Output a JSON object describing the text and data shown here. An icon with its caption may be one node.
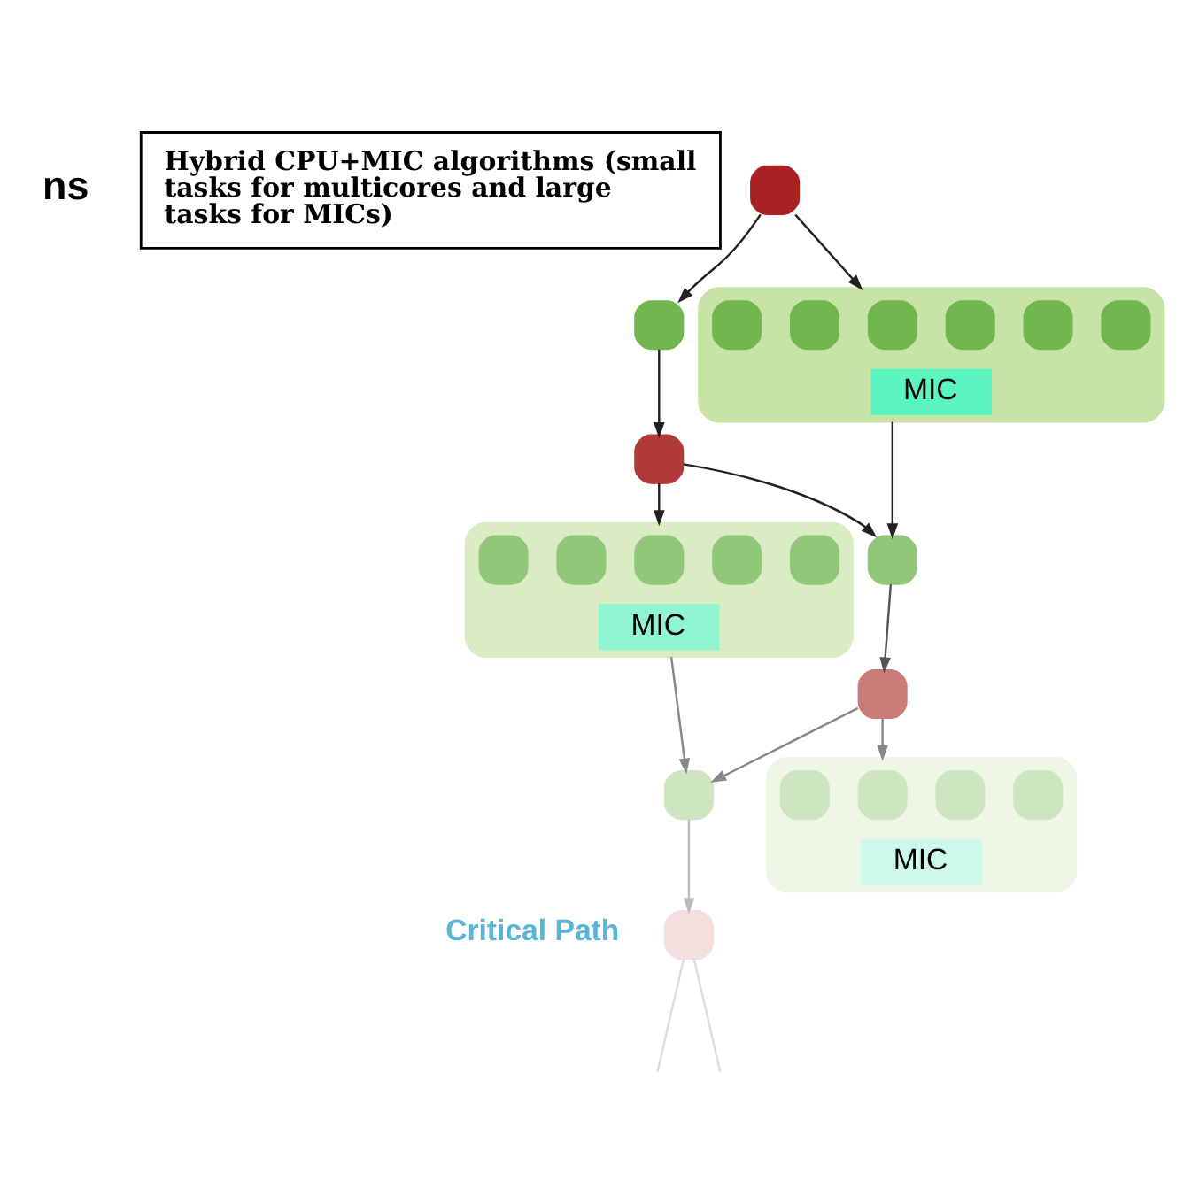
{
  "diagram": {
    "nodes": [
      {
        "text": [
          "Hybrid CPU+MIC algorithms (small tasks for multicores and large tasks for MICs)"
        ]
      },
      {
        "text": [],
        "shape": "box"
      },
      {
        "text": [],
        "shape": "box"
      },
      {
        "text": [
          "MIC"
        ]
      },
      {
        "text": [],
        "shape": "box",
        "in": 3
      },
      {
        "text": [],
        "shape": "box",
        "in": 3
      },
      {
        "text": [],
        "shape": "box",
        "in": 3
      },
      {
        "text": [],
        "shape": "box",
        "in": 3
      },
      {
        "text": [],
        "shape": "box",
        "in": 3
      },
      {
        "text": [],
        "shape": "box",
        "in": 3
      },
      {
        "text": [],
        "shape": "box"
      },
      {
        "text": [],
        "shape": "box"
      },
      {
        "text": [
          "MIC"
        ]
      },
      {
        "text": [],
        "shape": "box",
        "in": 12
      },
      {
        "text": [],
        "shape": "box",
        "in": 12
      },
      {
        "text": [],
        "shape": "box",
        "in": 12
      },
      {
        "text": [],
        "shape": "box",
        "in": 12
      },
      {
        "text": [],
        "shape": "box",
        "in": 12
      },
      {
        "text": [],
        "shape": "box"
      },
      {
        "text": [],
        "shape": "box"
      },
      {
        "text": [
          "MIC"
        ]
      },
      {
        "text": [],
        "shape": "box",
        "in": 20
      },
      {
        "text": [],
        "shape": "box",
        "in": 20
      },
      {
        "text": [],
        "shape": "box",
        "in": 20
      },
      {
        "text": [],
        "shape": "box",
        "in": 20
      },
      {
        "text": [],
        "shape": "box"
      }
    ],
    "edges": [
      {
        "from": 1,
        "to": 2,
        "arrow": "to"
      },
      {
        "from": 1,
        "to": 3,
        "arrow": "to"
      },
      {
        "from": 2,
        "to": 10,
        "arrow": "to"
      },
      {
        "from": 3,
        "to": 11,
        "arrow": "to"
      },
      {
        "from": 10,
        "to": 11,
        "arrow": "to"
      },
      {
        "from": 10,
        "to": 12,
        "arrow": "to"
      },
      {
        "from": 11,
        "to": 18,
        "arrow": "to",
        "color": "#555555"
      },
      {
        "from": 12,
        "to": 19,
        "arrow": "to",
        "color": "#888888"
      },
      {
        "from": 18,
        "to": 19,
        "arrow": "to",
        "color": "#888888"
      },
      {
        "from": 18,
        "to": 20,
        "arrow": "to",
        "color": "#888888"
      },
      {
        "from": 19,
        "to": 25,
        "arrow": "to",
        "color": "#bbbbbb"
      },
      {
        "from": 25,
        "to": null,
        "arrow": "none",
        "color": "#dddddd"
      },
      {
        "from": 25,
        "to": null,
        "arrow": "none",
        "color": "#dddddd"
      }
    ],
    "labels": [
      "ns",
      "Critical Path"
    ]
  }
}
